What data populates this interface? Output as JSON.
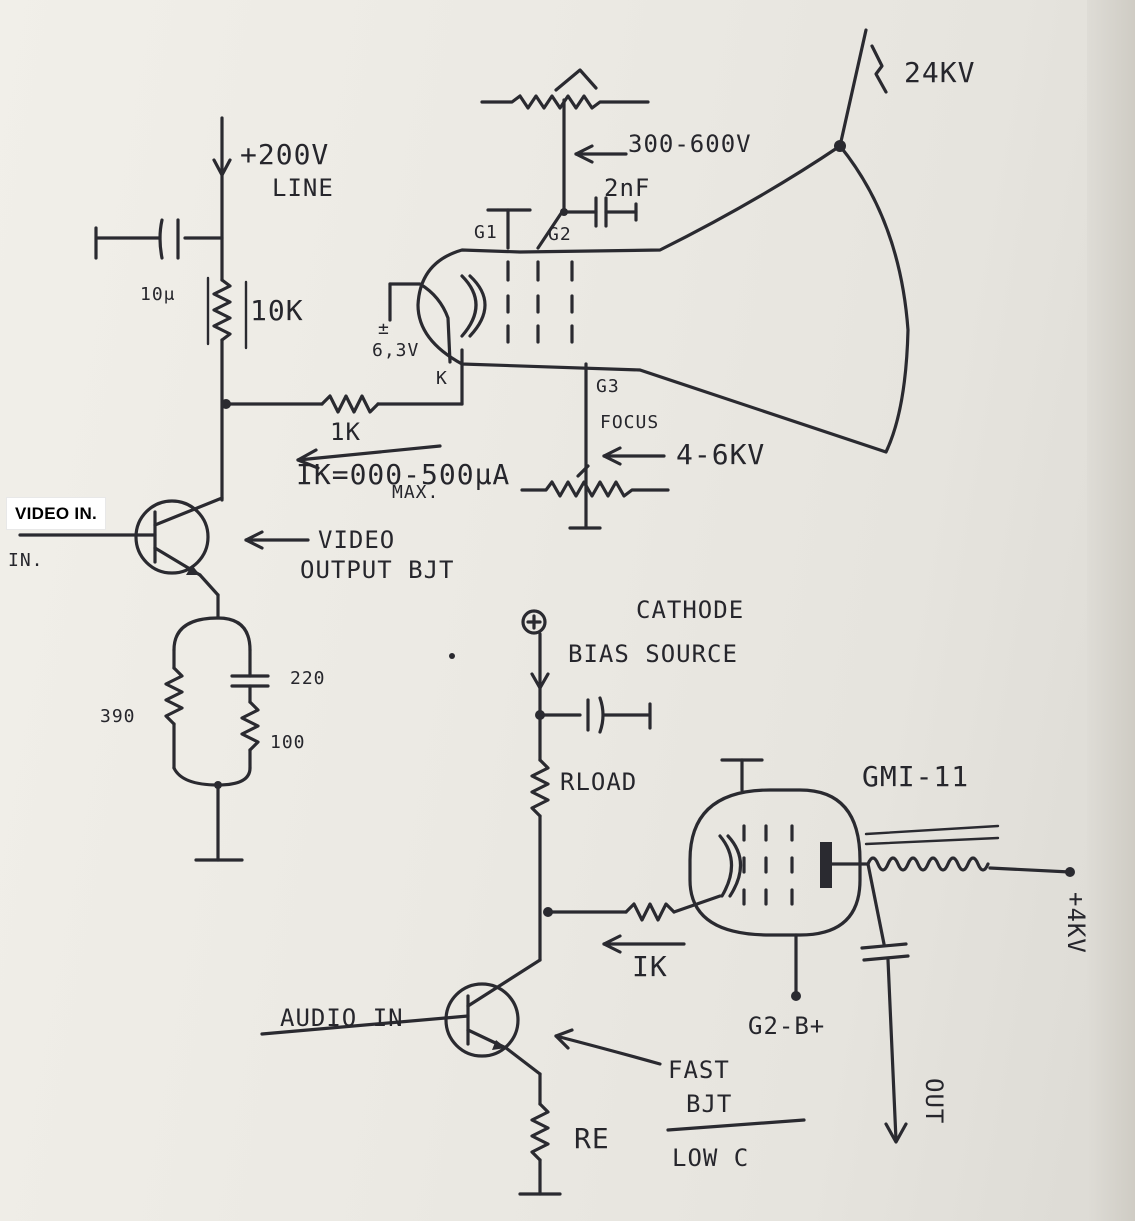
{
  "labels": {
    "video_in_box": "VIDEO IN.",
    "video_in_small": "IN.",
    "supply_200v": "+200V",
    "supply_line": "LINE",
    "cap_10u": "10μ",
    "res_10k": "10K",
    "heater_plus": "±",
    "heater_6v3": "6,3V",
    "cathode_k": "K",
    "res_1k": "1K",
    "ik_range": "IK=000-500μA",
    "ik_max": "MAX.",
    "g1": "G1",
    "g2": "G2",
    "g2_voltage": "300-600V",
    "cap_2nf": "2nF",
    "anode_24kv": "24KV",
    "g3": "G3",
    "focus": "FOCUS",
    "focus_voltage": "4-6KV",
    "video_bjt_1": "VIDEO",
    "video_bjt_2": "OUTPUT BJT",
    "res_390": "390",
    "cap_220": "220",
    "res_100": "100",
    "cathode_bias_1": "CATHODE",
    "cathode_bias_2": "BIAS SOURCE",
    "rload": "RLOAD",
    "gmi11": "GMI-11",
    "ik_lower": "IK",
    "supply_4kv": "+4KV",
    "g2_bplus": "G2-B+",
    "audio_in": "AUDIO IN",
    "fast_bjt_1": "FAST",
    "fast_bjt_2": "BJT",
    "fast_bjt_3": "LOW C",
    "re": "RE",
    "out": "OUT"
  },
  "colors": {
    "ink": "#2a2a30",
    "paper": "#efede7"
  }
}
